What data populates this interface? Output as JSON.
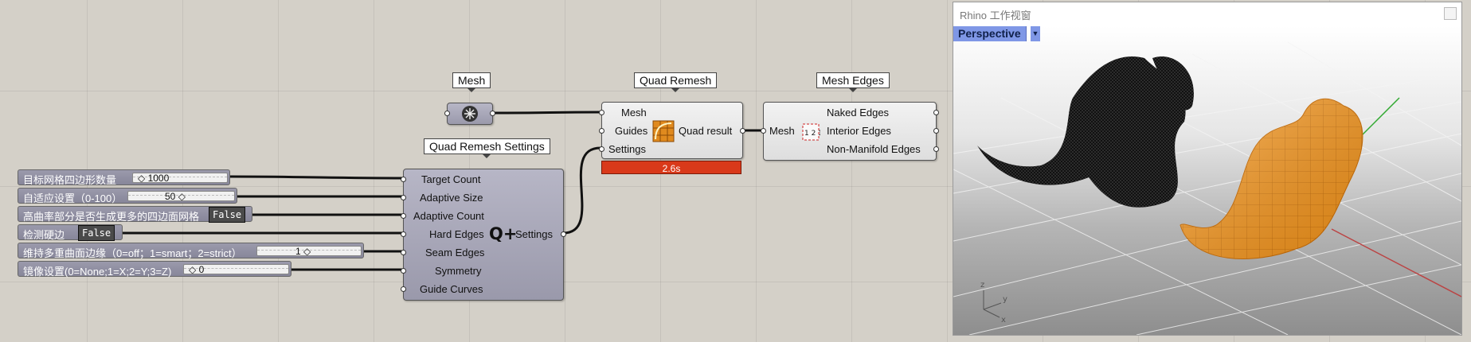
{
  "tags": {
    "mesh": "Mesh",
    "quad_remesh": "Quad Remesh",
    "mesh_edges": "Mesh Edges",
    "settings": "Quad Remesh Settings"
  },
  "sliders": [
    {
      "label": "目标网格四边形数量",
      "value": "1000"
    },
    {
      "label": "自适应设置（0-100）",
      "value": "50"
    },
    {
      "label": "高曲率部分是否生成更多的四边面网格",
      "value": "False"
    },
    {
      "label": "检测硬边",
      "value": "False"
    },
    {
      "label": "维持多重曲面边缘（0=off；1=smart；2=strict）",
      "value": "1"
    },
    {
      "label": "镜像设置(0=None;1=X;2=Y;3=Z)",
      "value": "0"
    }
  ],
  "settings_component": {
    "inputs": [
      "Target Count",
      "Adaptive Size",
      "Adaptive Count",
      "Hard Edges",
      "Seam Edges",
      "Symmetry",
      "Guide Curves"
    ],
    "output": "Settings",
    "icon": "Q+"
  },
  "quad_remesh_component": {
    "inputs": [
      "Mesh",
      "Guides",
      "Settings"
    ],
    "output": "Quad result",
    "time": "2.6s"
  },
  "mesh_edges_component": {
    "input": "Mesh",
    "outputs": [
      "Naked Edges",
      "Interior Edges",
      "Non-Manifold Edges"
    ]
  },
  "rhino": {
    "title": "Rhino 工作视窗",
    "viewport": "Perspective",
    "axes": {
      "x": "x",
      "y": "y",
      "z": "z"
    }
  },
  "colors": {
    "canvas": "#d4d0c8",
    "component_dark": "#9a99ab",
    "runtime_bar": "#d9391a",
    "viewport_tab": "#7f97e6",
    "remeshed_model": "#ff9a1a"
  }
}
